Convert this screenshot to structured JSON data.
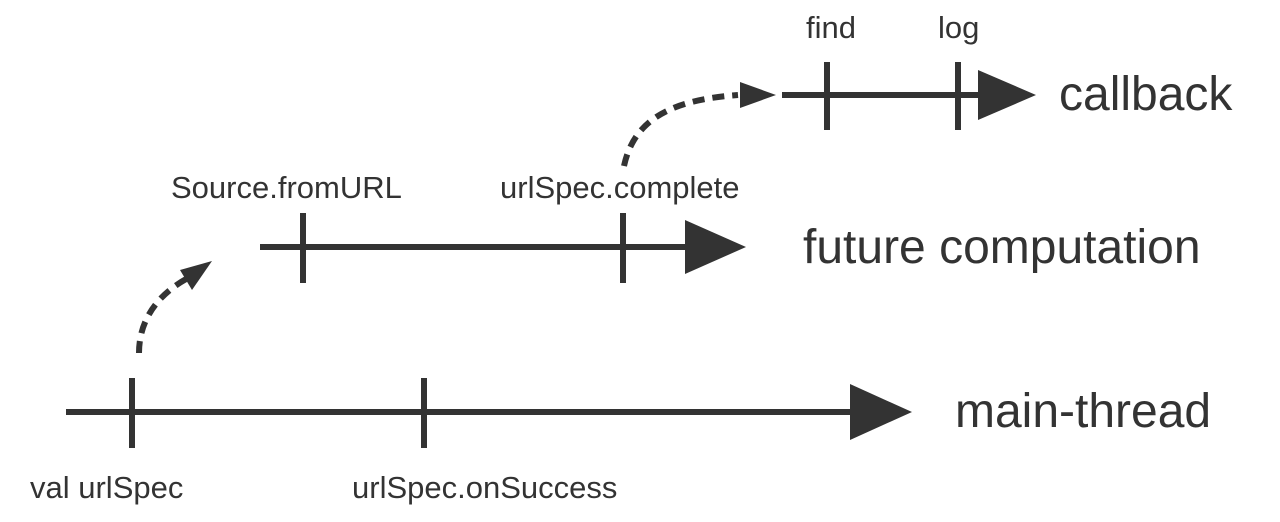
{
  "colors": {
    "line": "#333333",
    "background": "#ffffff"
  },
  "timelines": {
    "main": {
      "name": "main-thread",
      "ticks": [
        "val urlSpec",
        "urlSpec.onSuccess"
      ]
    },
    "future": {
      "name": "future computation",
      "ticks": [
        "Source.fromURL",
        "urlSpec.complete"
      ]
    },
    "callback": {
      "name": "callback",
      "ticks": [
        "find",
        "log"
      ]
    }
  },
  "transitions": [
    {
      "from": "val urlSpec",
      "to": "future computation",
      "style": "dashed"
    },
    {
      "from": "urlSpec.complete",
      "to": "callback",
      "style": "dashed"
    }
  ]
}
